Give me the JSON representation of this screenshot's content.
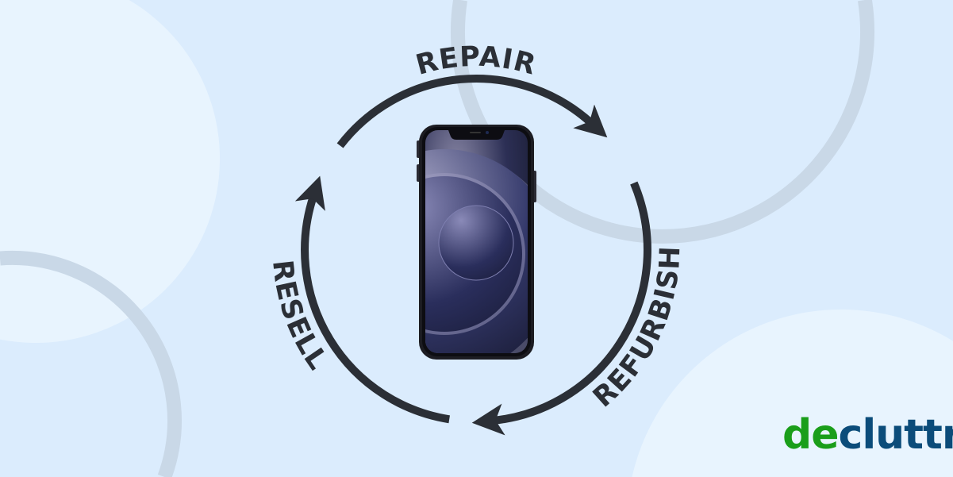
{
  "diagram": {
    "steps": [
      {
        "label": "REPAIR"
      },
      {
        "label": "REFURBISH"
      },
      {
        "label": "RESELL"
      }
    ],
    "arrow_color": "#2b2f36"
  },
  "brand": {
    "logo_prefix": "de",
    "logo_suffix": "cluttr",
    "prefix_color": "#1a9e1a",
    "suffix_color": "#0b4c7a"
  }
}
